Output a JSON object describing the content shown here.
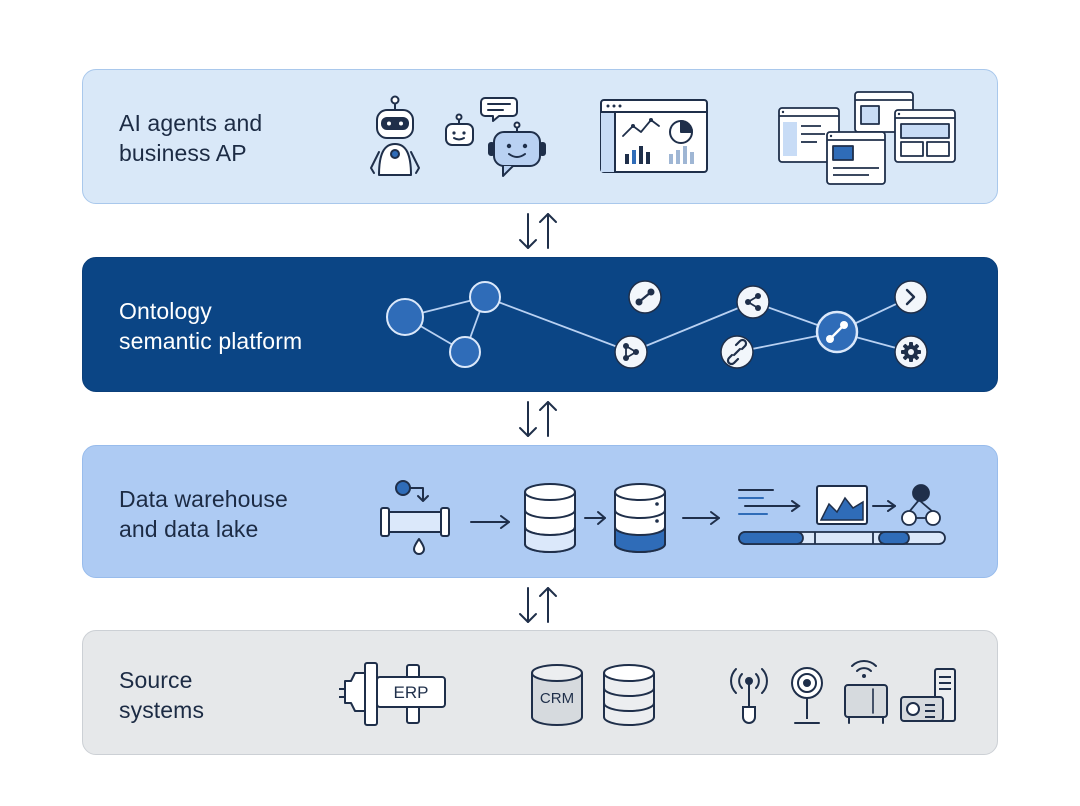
{
  "layers": {
    "ai": {
      "line1": "AI agents and",
      "line2": "business AP",
      "color": "#d9e8f8"
    },
    "ontology": {
      "line1": "Ontology",
      "line2": "semantic platform",
      "color": "#0b4585"
    },
    "warehouse": {
      "line1": "Data warehouse",
      "line2": "and data lake",
      "color": "#aecbf3"
    },
    "sources": {
      "line1": "Source",
      "line2": "systems",
      "color": "#e6e8ea"
    }
  },
  "source_labels": {
    "erp": "ERP",
    "crm": "CRM"
  },
  "icons": {
    "ai": [
      "robot-icon",
      "chat-robots-icon",
      "analytics-dashboard-icon",
      "app-windows-icon"
    ],
    "ontology": [
      "knowledge-graph-icon",
      "share-node-icon",
      "link-icon",
      "arrow-right-icon",
      "gear-icon"
    ],
    "warehouse": [
      "pipeline-icon",
      "database-icon",
      "processing-icon",
      "chart-icon",
      "data-flow-icon"
    ],
    "sources": [
      "gear-icon",
      "database-icon",
      "antenna-icon",
      "sensor-icon",
      "router-icon",
      "machine-icon"
    ]
  },
  "accent_colors": {
    "navy": "#0b4585",
    "mid_blue": "#2f6cb8",
    "ink": "#1f2f4a"
  }
}
